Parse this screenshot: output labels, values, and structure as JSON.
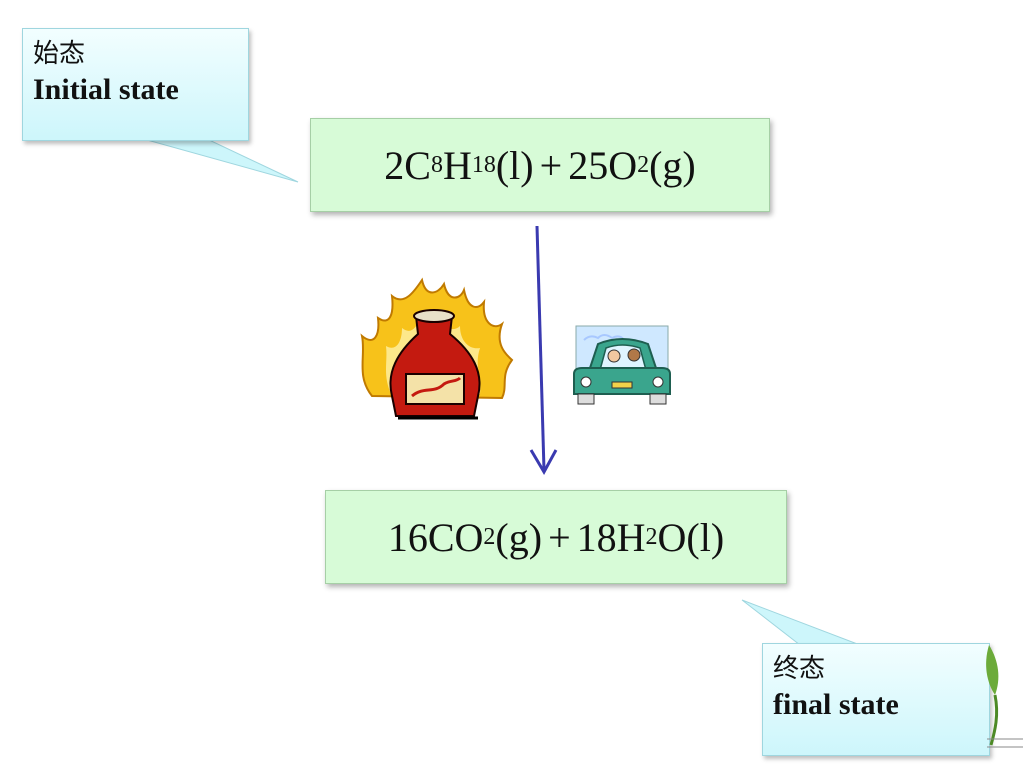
{
  "callouts": {
    "initial": {
      "cn": "始态",
      "en": "Initial state"
    },
    "final": {
      "cn": "终态",
      "en": "final state"
    }
  },
  "equations": {
    "initial": {
      "t1": "2C",
      "s1": "8",
      "t2": "H",
      "s2": "18",
      "t3": "(l)",
      "op": "+",
      "t4": "25O",
      "s3": "2",
      "t5": "(g)"
    },
    "final": {
      "t1": "16CO",
      "s1": "2",
      "t2": "(g)",
      "op": "+",
      "t3": "18H",
      "s2": "2",
      "t4": "O(l)"
    }
  },
  "icons": {
    "arrow": "down-arrow-icon",
    "flask": "burning-flask-icon",
    "car": "car-icon",
    "leaf": "leaf-decoration-icon"
  },
  "colors": {
    "arrow": "#3a3ab0",
    "eq_box": "#d7fbd7",
    "callout": "#cdf6fb",
    "flame": "#f7c21a",
    "flask": "#c41a10",
    "car": "#3aa58d"
  }
}
